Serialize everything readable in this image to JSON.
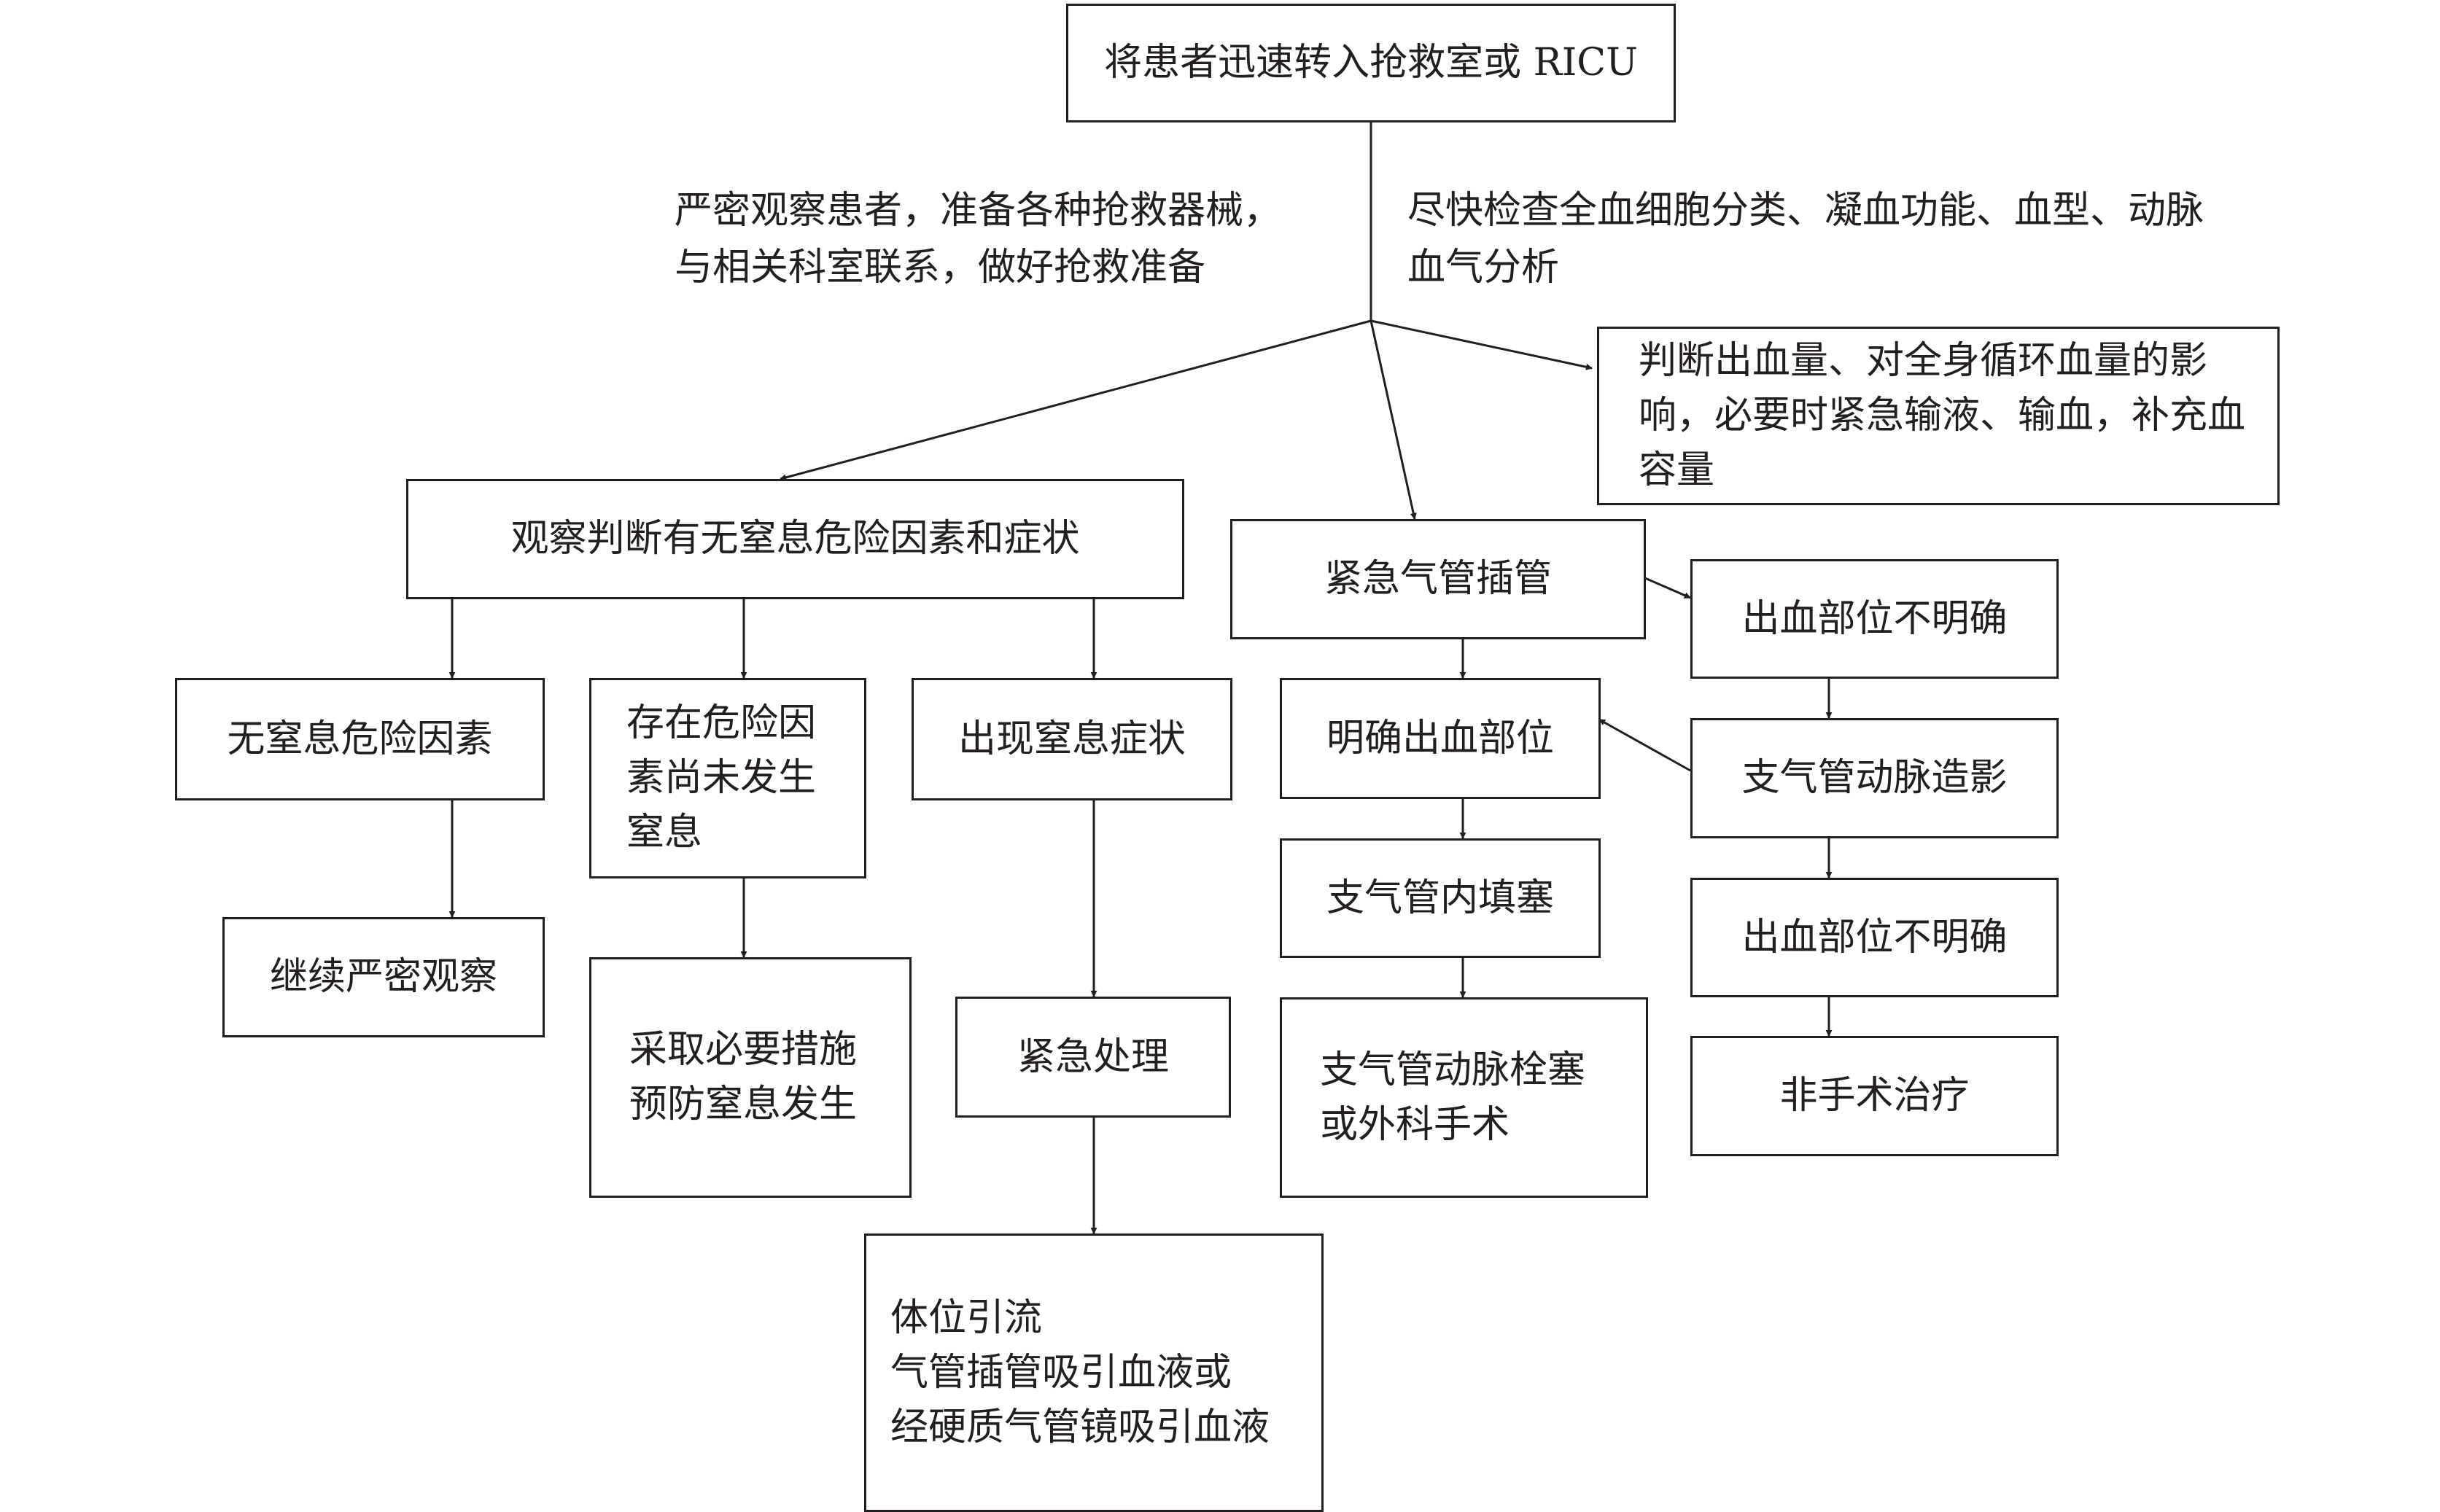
{
  "nodes": {
    "transfer": "将患者迅速转入抢救室或 RICU",
    "assess_blood": "判断出血量、对全身循环血量的影\n响，必要时紧急输液、输血，补充血\n容量",
    "observe_asphyxia": "观察判断有无窒息危险因素和症状",
    "intubation": "紧急气管插管",
    "bleeding_unclear_1": "出血部位不明确",
    "no_risk": "无窒息危险因素",
    "risk_no_asphyxia": "存在危险因\n素尚未发生\n窒息",
    "asphyxia_symptoms": "出现窒息症状",
    "bleeding_clear": "明确出血部位",
    "angiography": "支气管动脉造影",
    "endobronchial": "支气管内填塞",
    "bleeding_unclear_2": "出血部位不明确",
    "keep_observing": "继续严密观察",
    "prevent": "采取必要措施\n预防窒息发生",
    "emergency": "紧急处理",
    "embolization": "支气管动脉栓塞\n或外科手术",
    "non_surgical": "非手术治疗",
    "drainage": "体位引流\n气管插管吸引血液或\n经硬质气管镜吸引血液"
  },
  "labels": {
    "prepare": "严密观察患者，准备各种抢救器械，\n与相关科室联系，做好抢救准备",
    "tests": "尽快检查全血细胞分类、凝血功能、血型、动脉\n血气分析"
  }
}
